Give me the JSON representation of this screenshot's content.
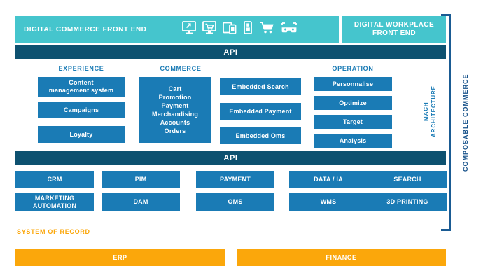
{
  "colors": {
    "teal": "#45c5cd",
    "navy": "#0d5170",
    "blue": "#1a7bb5",
    "orange": "#fba70b",
    "bracket_blue": "#1a5b93",
    "divider": "#8fb8d8",
    "frame": "#e2e4e6"
  },
  "header": {
    "commerce_front_end": "DIGITAL COMMERCE FRONT END",
    "workplace_front_end": "DIGITAL WORKPLACE FRONT END",
    "icons": [
      "desktop-monitor-arrow-icon",
      "desktop-monitor-cart-icon",
      "tablet-phone-icon",
      "mobile-phone-icon",
      "shopping-cart-icon",
      "vr-glasses-icon"
    ]
  },
  "api": {
    "top_label": "API",
    "bottom_label": "API"
  },
  "columns": {
    "experience": {
      "title": "EXPERIENCE",
      "items": [
        "Content\nmanagement system",
        "Campaigns",
        "Loyalty"
      ]
    },
    "commerce": {
      "title": "COMMERCE",
      "core_items": [
        "Cart",
        "Promotion",
        "Payment",
        "Merchandising",
        "Accounts",
        "Orders"
      ],
      "embedded_items": [
        "Embedded Search",
        "Embedded Payment",
        "Embedded Oms"
      ]
    },
    "operation": {
      "title": "OPERATION",
      "items": [
        "Personnalise",
        "Optimize",
        "Target",
        "Analysis"
      ]
    }
  },
  "mach_architecture_label": "MACH\nARCHITECTURE",
  "composable_commerce_label": "COMPOSABLE COMMERCE",
  "services": {
    "row_one": [
      "CRM",
      "PIM",
      "PAYMENT",
      "DATA / IA",
      "SEARCH"
    ],
    "row_two": [
      "MARKETING\nAUTOMATION",
      "DAM",
      "OMS",
      "WMS",
      "3D PRINTING"
    ]
  },
  "system_of_record": {
    "title": "SYSTEM OF RECORD",
    "items": [
      "ERP",
      "FINANCE"
    ]
  }
}
